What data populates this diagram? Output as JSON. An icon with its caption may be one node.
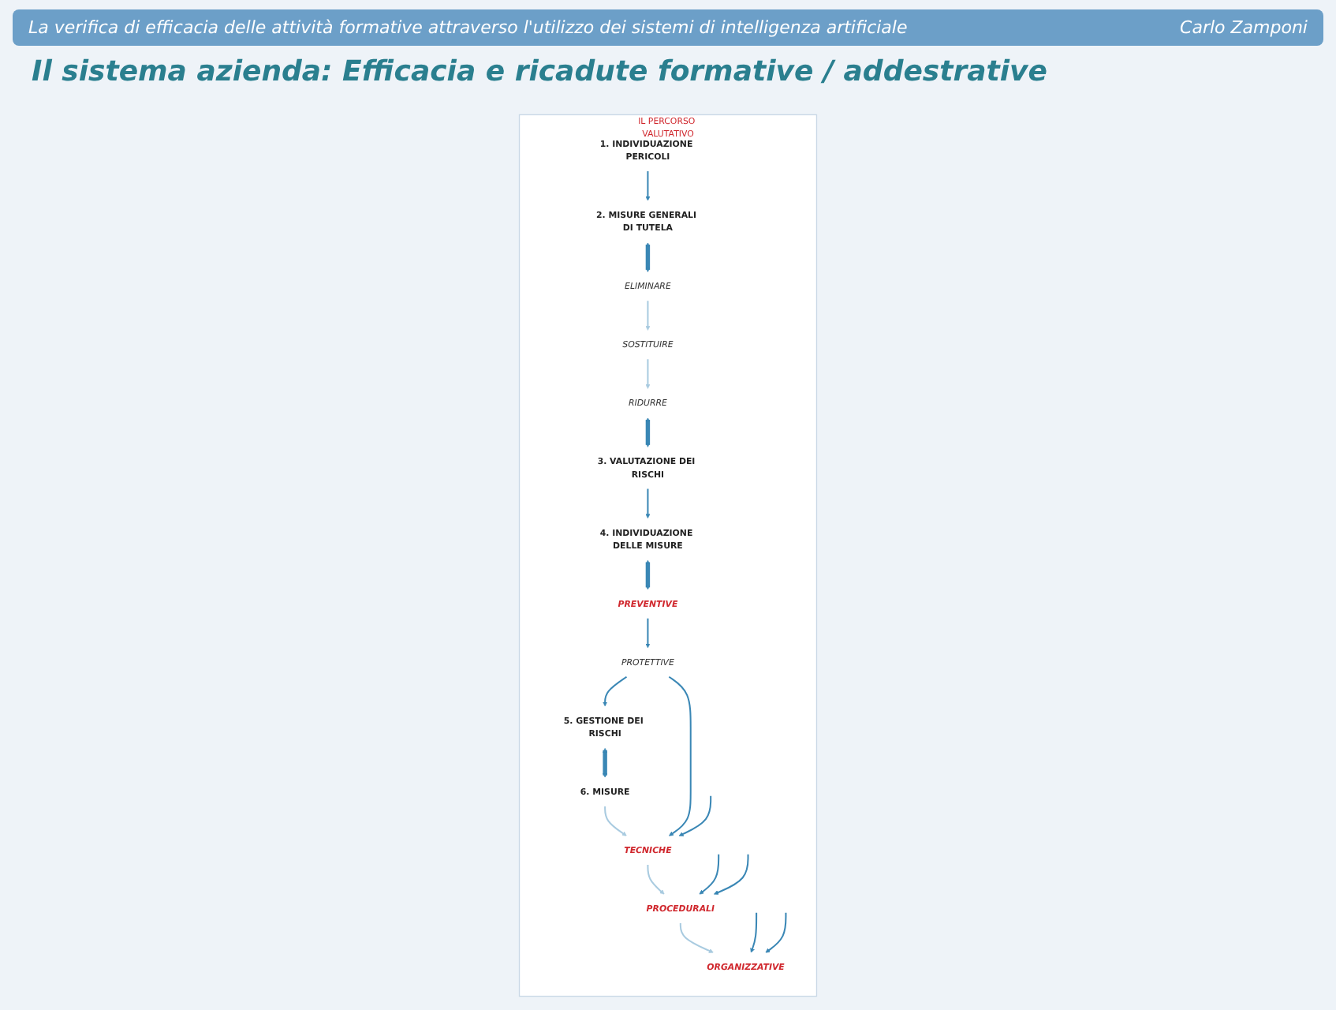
{
  "diagram": {
    "title": "Il sistema azienda: Efficacia e ricadute formative / addestrative",
    "labels": [
      "La verifica di efficacia delle attività formative attraverso l'utilizzo dei sistemi di intelligenza artificiale",
      "Carlo Zamponi"
    ],
    "nodes": [
      {
        "text": [
          "IL PERCORSO VALUTATIVO"
        ]
      },
      {
        "text": [
          "1. INDIVIDUAZIONE PERICOLI"
        ],
        "in": 0
      },
      {
        "text": [
          "2. MISURE GENERALI DI TUTELA"
        ],
        "in": 0
      },
      {
        "text": [
          "ELIMINARE"
        ],
        "in": 0
      },
      {
        "text": [
          "SOSTITUIRE"
        ],
        "in": 0
      },
      {
        "text": [
          "RIDURRE"
        ],
        "in": 0
      },
      {
        "text": [
          "3. VALUTAZIONE DEI RISCHI"
        ],
        "in": 0
      },
      {
        "text": [
          "4. INDIVIDUAZIONE DELLE MISURE"
        ],
        "in": 0
      },
      {
        "text": [
          "PREVENTIVE"
        ],
        "in": 0
      },
      {
        "text": [
          "PROTETTIVE"
        ],
        "in": 0
      },
      {
        "text": [
          "5. GESTIONE DEI RISCHI"
        ],
        "in": 0
      },
      {
        "text": [
          "6. MISURE"
        ],
        "in": 0
      },
      {
        "text": [
          "TECNICHE"
        ],
        "in": 0
      },
      {
        "text": [
          "PROCEDURALI"
        ],
        "in": 0
      },
      {
        "text": [
          "ORGANIZZATIVE"
        ],
        "in": 0
      }
    ],
    "edges": [
      {
        "from": 1,
        "to": 2,
        "arrow": "to"
      },
      {
        "from": 2,
        "to": 3,
        "arrow": "both",
        "style": "thick"
      },
      {
        "from": 3,
        "to": 4,
        "arrow": "to",
        "color": "#a9cbe0"
      },
      {
        "from": 4,
        "to": 5,
        "arrow": "to",
        "color": "#a9cbe0"
      },
      {
        "from": 5,
        "to": 6,
        "arrow": "both",
        "style": "thick"
      },
      {
        "from": 6,
        "to": 7,
        "arrow": "to"
      },
      {
        "from": 7,
        "to": 8,
        "arrow": "both",
        "style": "thick"
      },
      {
        "from": 8,
        "to": 9,
        "arrow": "to"
      },
      {
        "from": 9,
        "to": 10,
        "arrow": "to"
      },
      {
        "from": 10,
        "to": 11,
        "arrow": "both",
        "style": "thick"
      },
      {
        "from": 11,
        "to": 12,
        "arrow": "to",
        "color": "#a9cbe0"
      },
      {
        "from": 12,
        "to": 13,
        "arrow": "to",
        "color": "#a9cbe0"
      },
      {
        "from": 13,
        "to": 14,
        "arrow": "to",
        "color": "#a9cbe0"
      },
      {
        "from": 9,
        "to": 12,
        "arrow": "to"
      },
      {
        "from": null,
        "to": 13,
        "arrow": "to"
      },
      {
        "from": null,
        "to": 14,
        "arrow": "to"
      },
      {
        "from": null,
        "to": 12,
        "arrow": "to"
      },
      {
        "from": null,
        "to": 13,
        "arrow": "to"
      },
      {
        "from": null,
        "to": 14,
        "arrow": "to"
      }
    ]
  }
}
